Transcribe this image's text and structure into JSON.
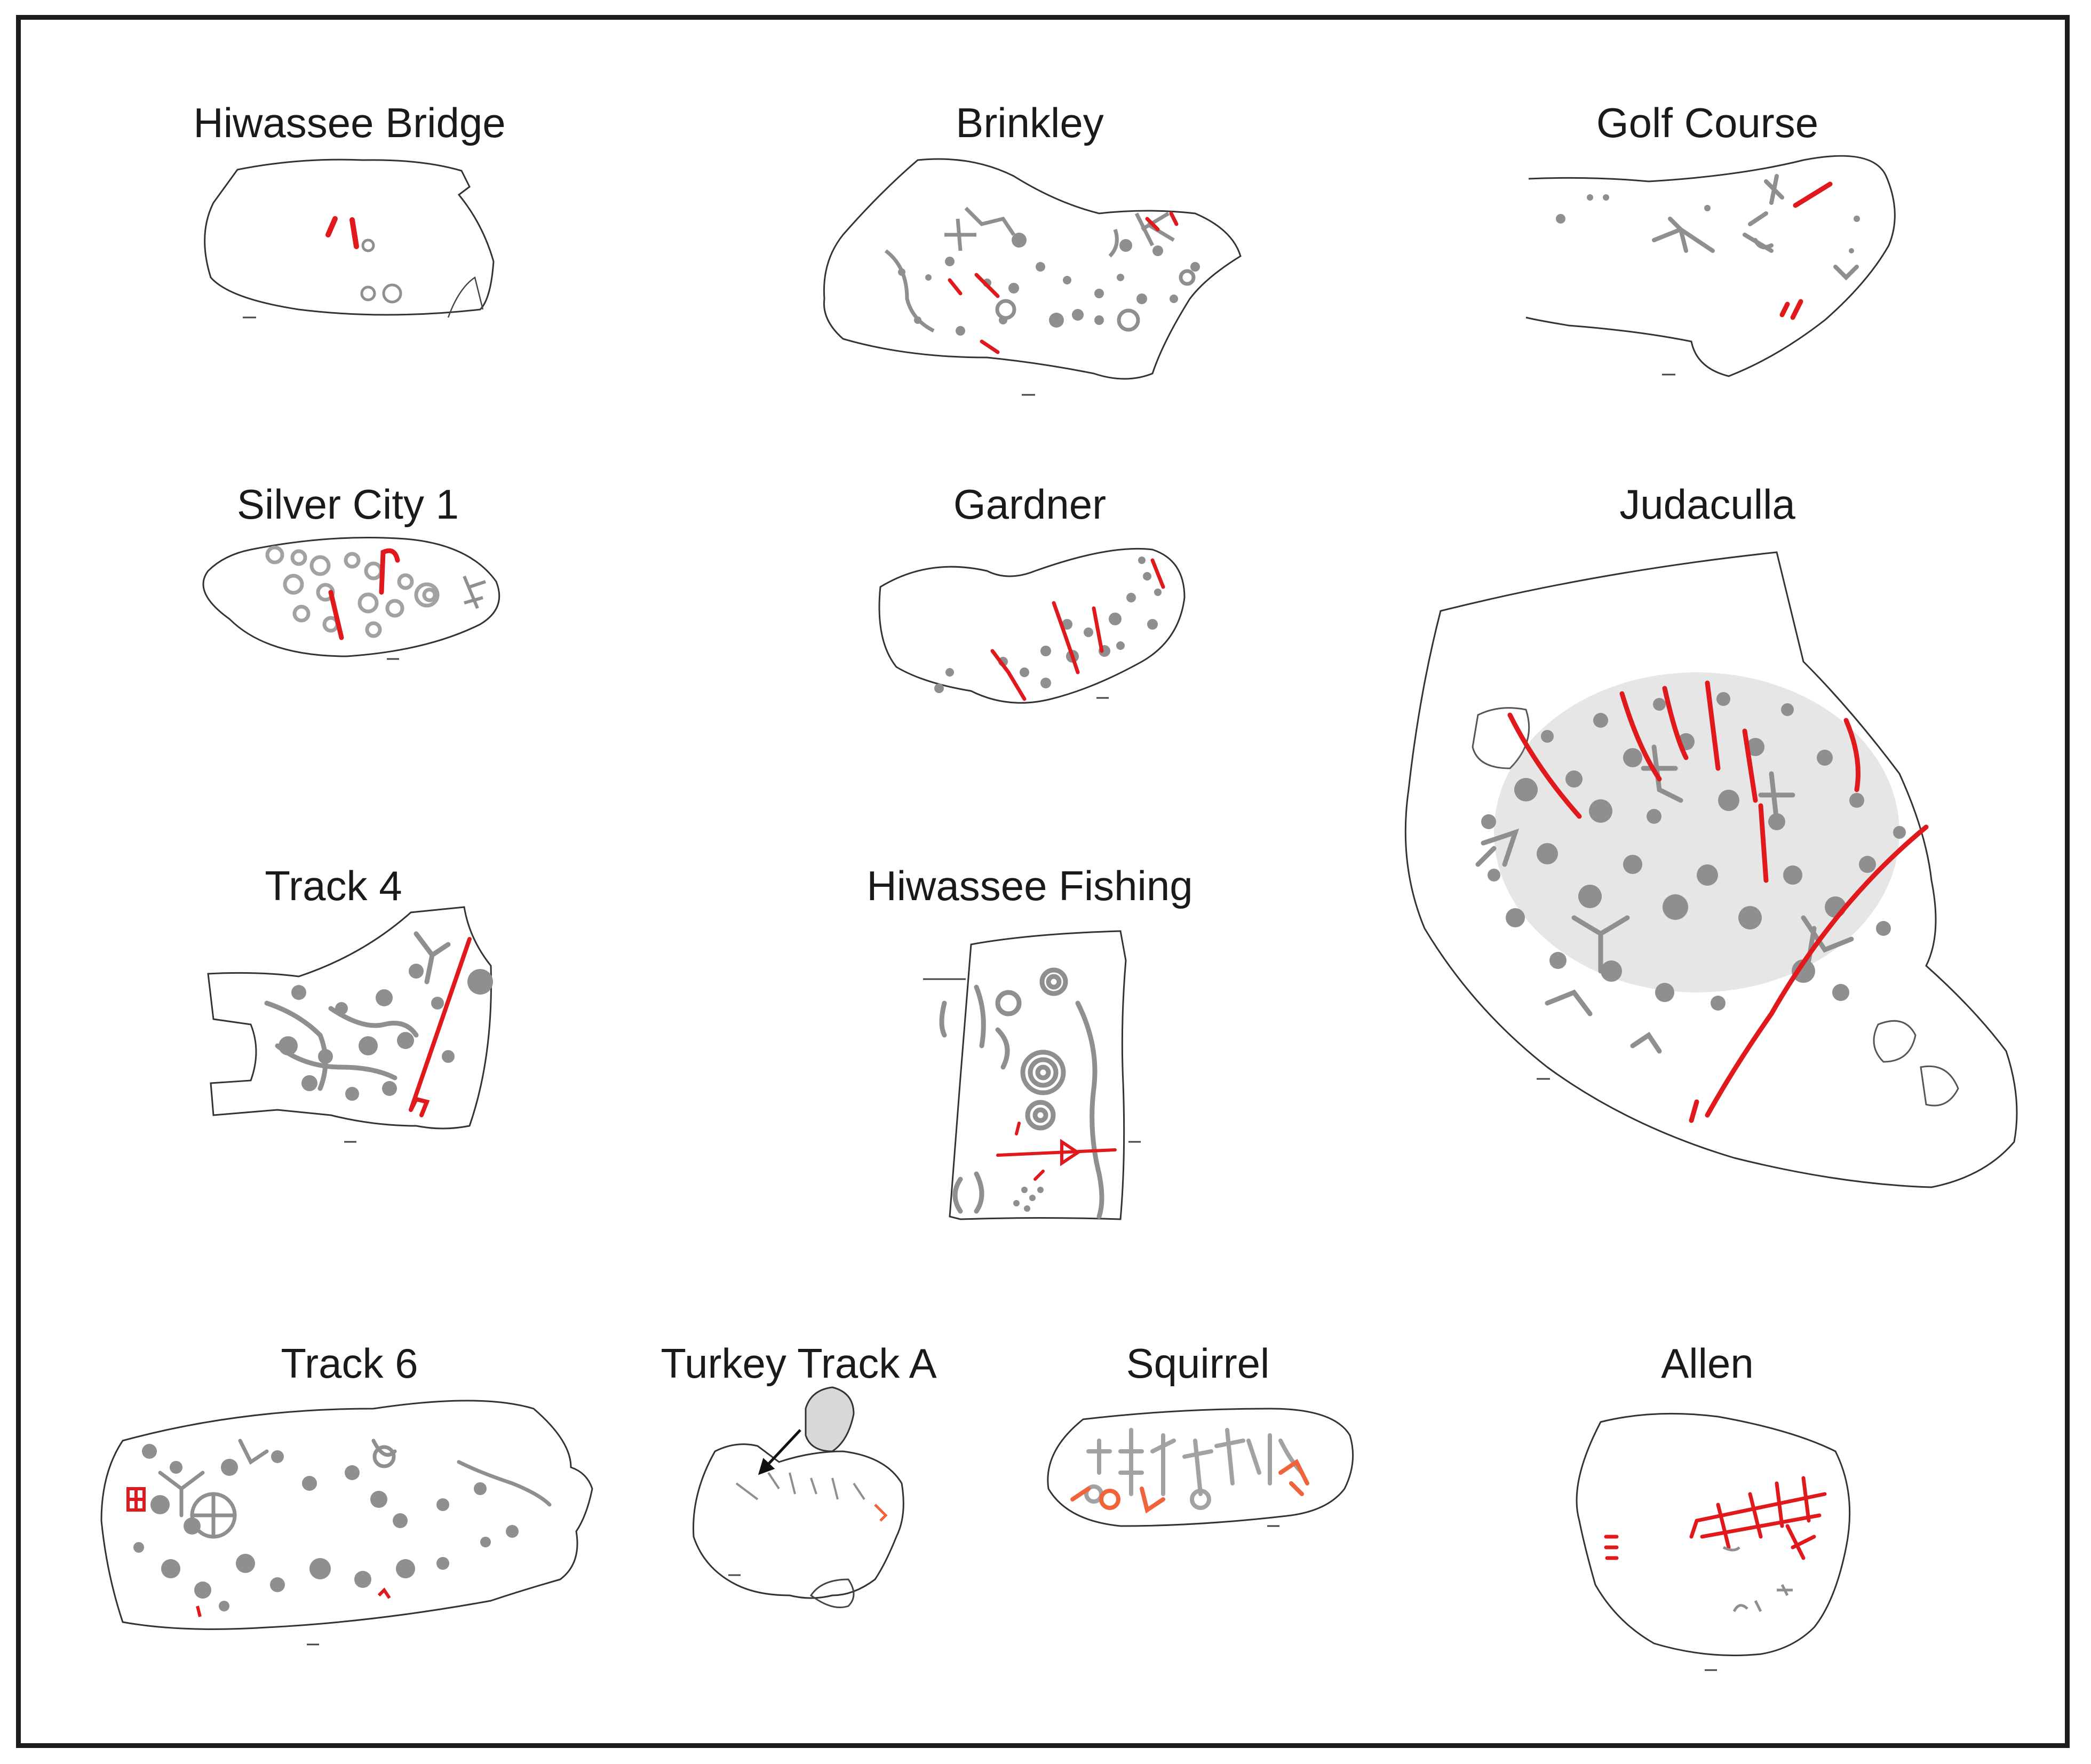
{
  "figure": {
    "panels": [
      {
        "id": "hiwassee-bridge",
        "title": "Hiwassee Bridge"
      },
      {
        "id": "brinkley",
        "title": "Brinkley"
      },
      {
        "id": "golf-course",
        "title": "Golf Course"
      },
      {
        "id": "silver-city-1",
        "title": "Silver City 1"
      },
      {
        "id": "gardner",
        "title": "Gardner"
      },
      {
        "id": "judaculla",
        "title": "Judaculla"
      },
      {
        "id": "track-4",
        "title": "Track 4"
      },
      {
        "id": "hiwassee-fishing",
        "title": "Hiwassee Fishing"
      },
      {
        "id": "track-6",
        "title": "Track 6"
      },
      {
        "id": "turkey-track-a",
        "title": "Turkey Track A"
      },
      {
        "id": "squirrel",
        "title": "Squirrel"
      },
      {
        "id": "allen",
        "title": "Allen"
      }
    ]
  },
  "colors": {
    "outline": "#333333",
    "petroglyph": "#8f8f8f",
    "metal_tool_marks": "#e0191d",
    "orange_marks": "#f0643c",
    "frame": "#1c1c1c"
  }
}
